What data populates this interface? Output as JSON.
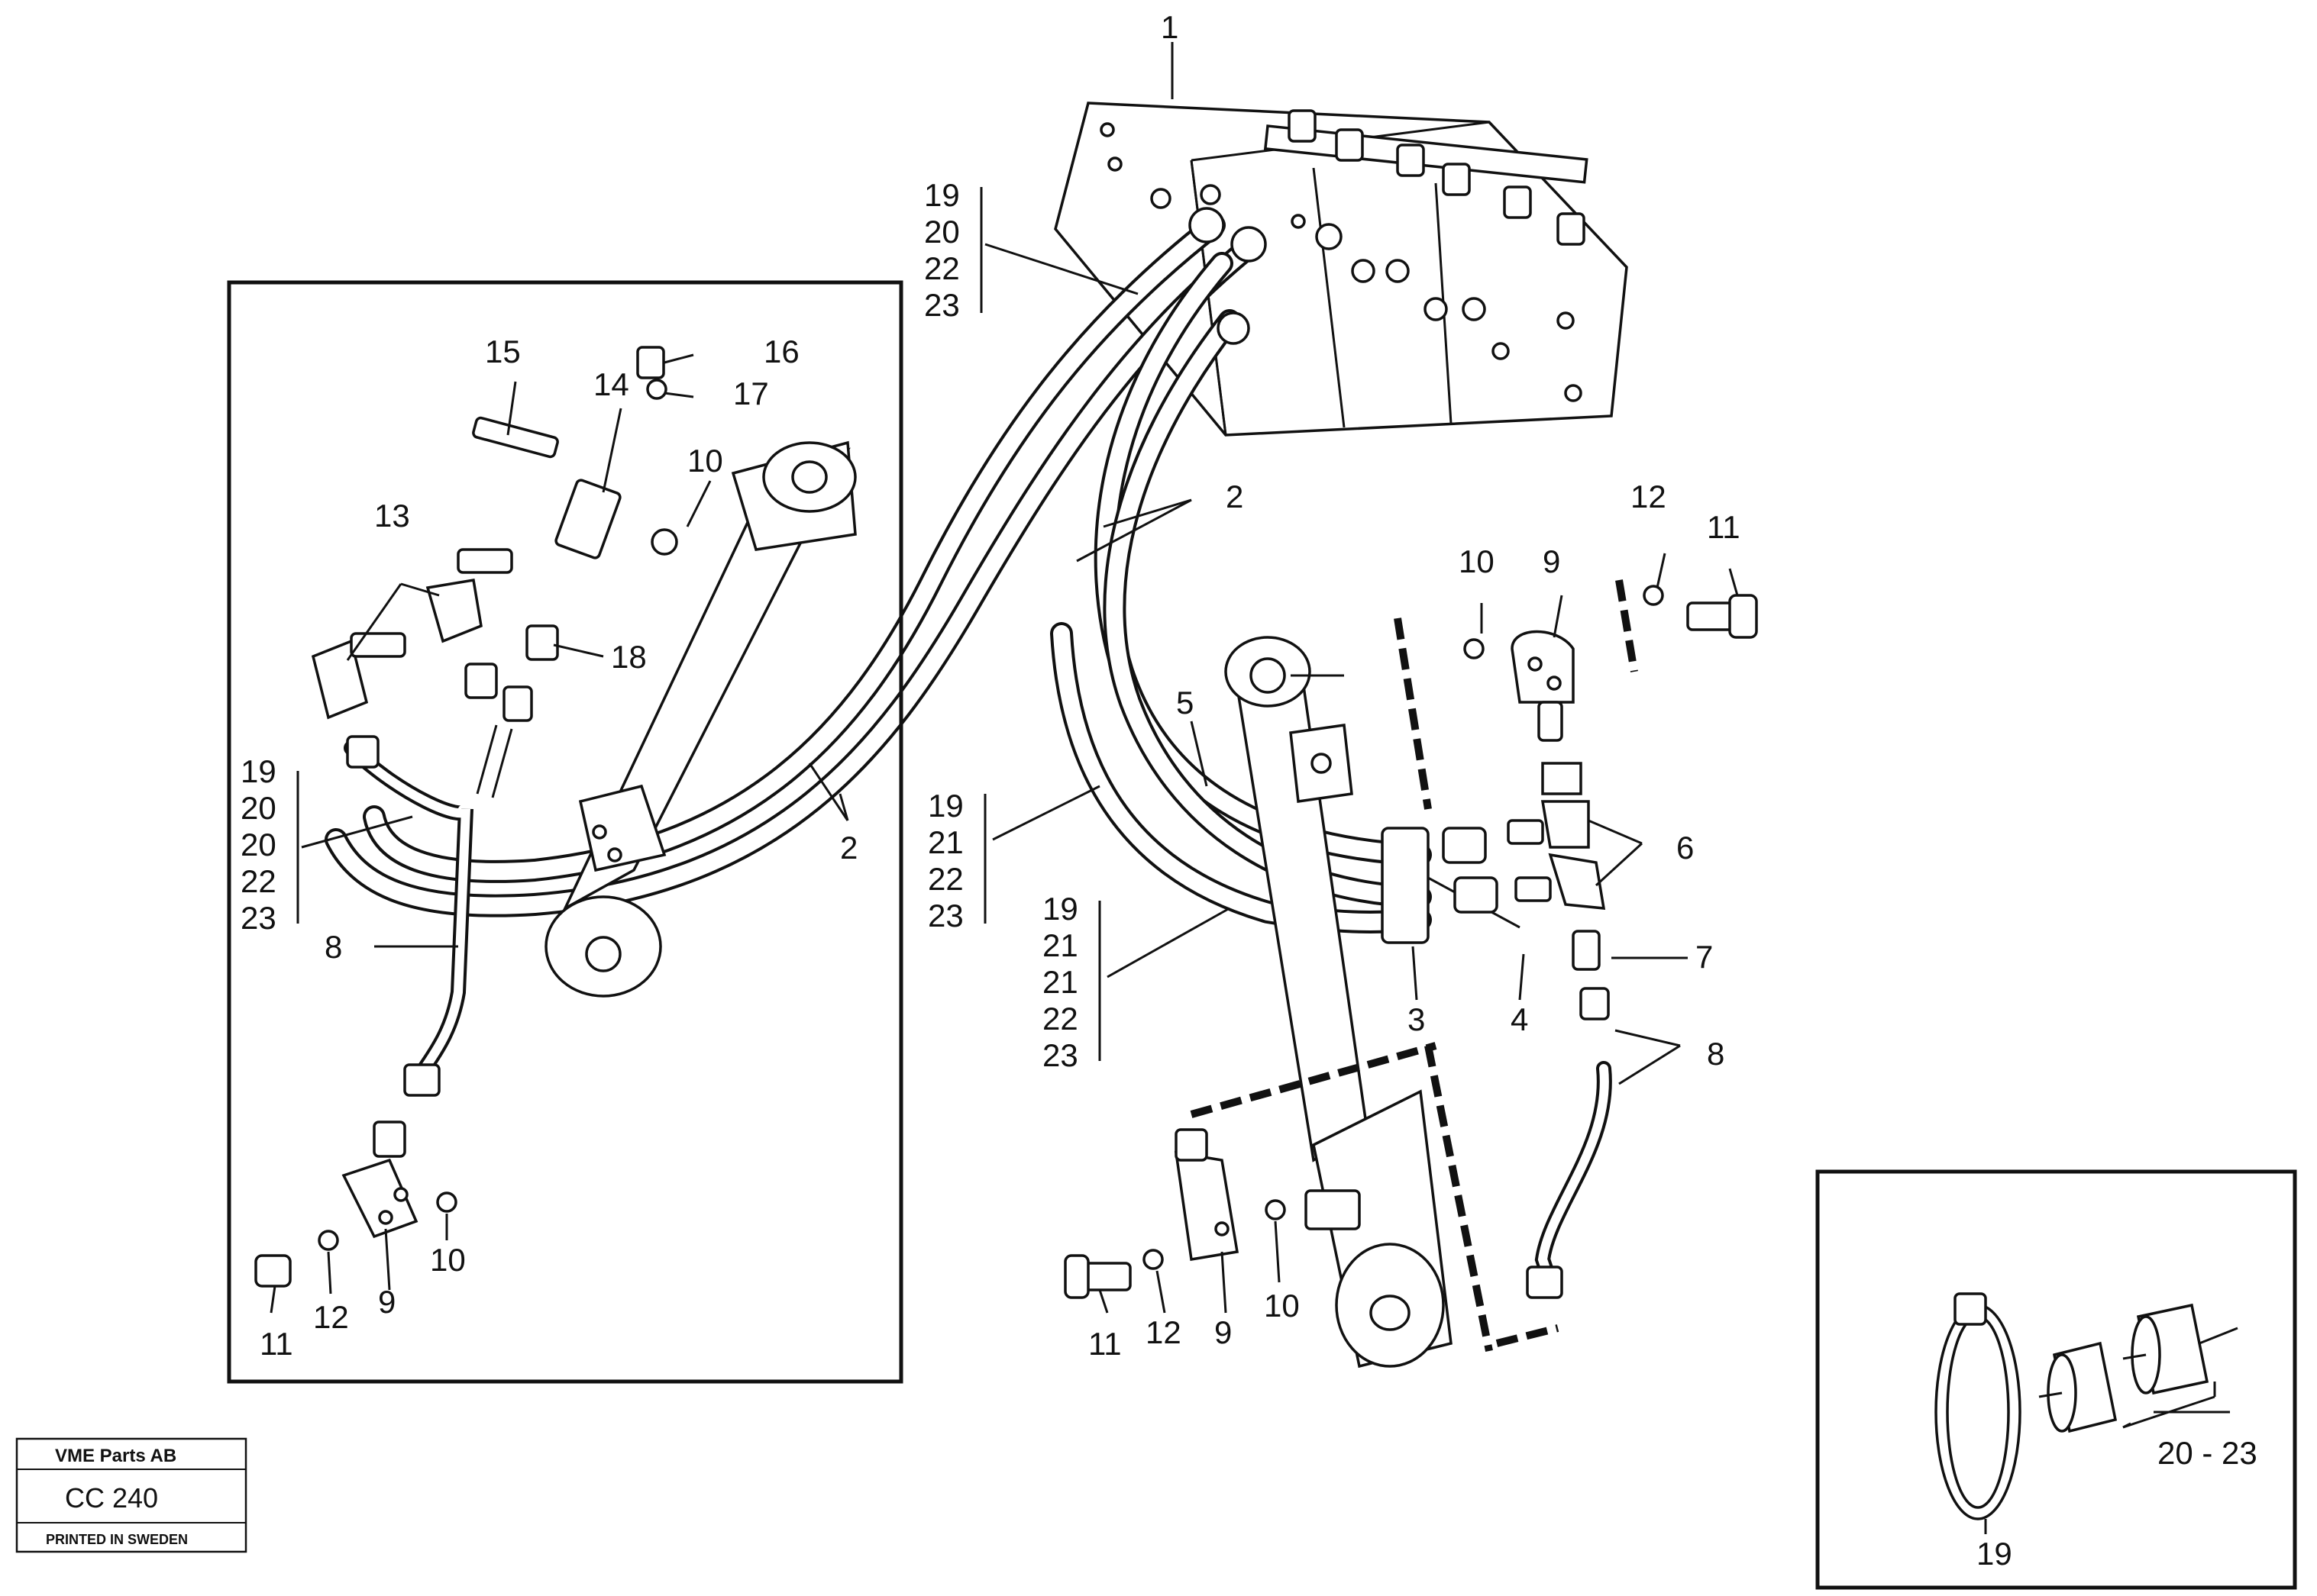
{
  "diagram": {
    "stamp": {
      "company": "VME Parts AB",
      "code": "CC 240",
      "printed": "PRINTED IN SWEDEN"
    },
    "callouts": {
      "c1": "1",
      "c2a": "2",
      "c2b": "2",
      "c3": "3",
      "c4": "4",
      "c5": "5",
      "c6": "6",
      "c7": "7",
      "c8a": "8",
      "c8b": "8",
      "c9a": "9",
      "c9b": "9",
      "c9c": "9",
      "c10a": "10",
      "c10b": "10",
      "c10c": "10",
      "c10d": "10",
      "c11a": "11",
      "c11b": "11",
      "c11c": "11",
      "c12a": "12",
      "c12b": "12",
      "c12c": "12",
      "c13": "13",
      "c14": "14",
      "c15": "15",
      "c16": "16",
      "c17": "17",
      "c18": "18",
      "c19d": "19",
      "c20_23": "20 - 23"
    },
    "groups": {
      "top": [
        "19",
        "20",
        "22",
        "23"
      ],
      "left": [
        "19",
        "20",
        "20",
        "22",
        "23"
      ],
      "mid1": [
        "19",
        "21",
        "22",
        "23"
      ],
      "mid2": [
        "19",
        "21",
        "21",
        "22",
        "23"
      ]
    }
  }
}
